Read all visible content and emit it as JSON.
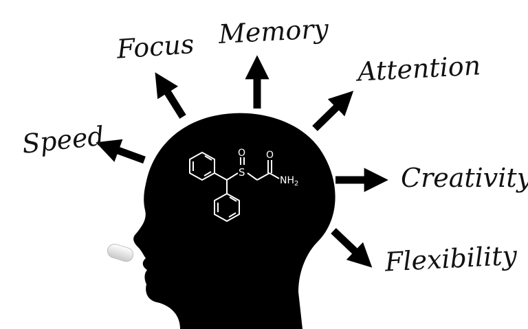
{
  "labels": {
    "focus": "Focus",
    "memory": "Memory",
    "attention": "Attention",
    "speed": "Speed",
    "creativity": "Creativity",
    "flexibility": "Flexibility"
  },
  "molecule": {
    "sulfur": "S",
    "oxygen_sulfoxide": "O",
    "oxygen_carbonyl": "O",
    "amide": "NH",
    "amide_subscript": "2"
  },
  "colors": {
    "silhouette": "#000000",
    "arrow": "#000000",
    "label_text": "#111111",
    "molecule": "#ffffff",
    "pill": "#f2f2f2"
  }
}
